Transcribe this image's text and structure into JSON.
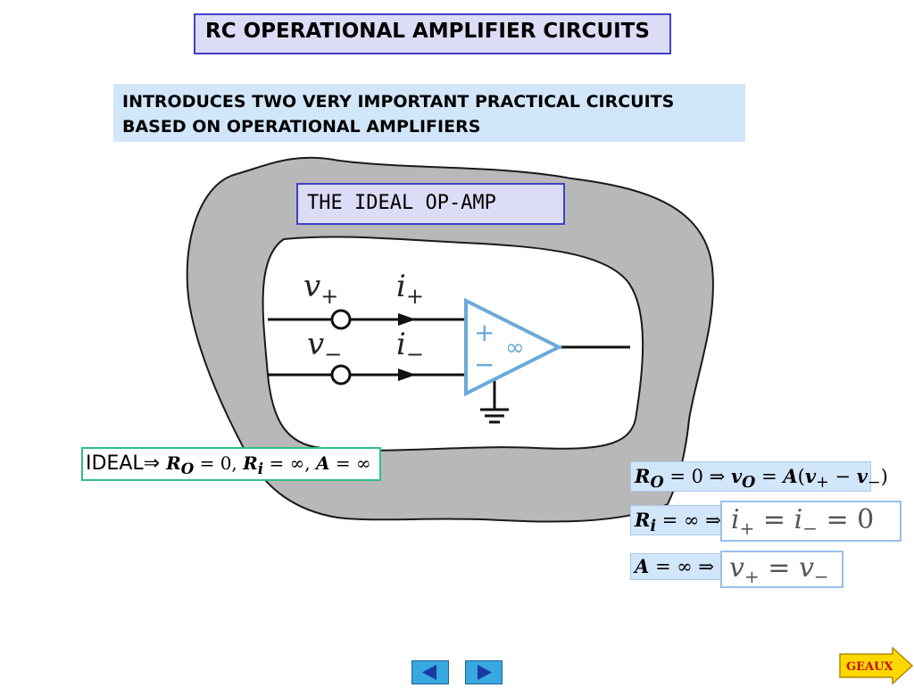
{
  "title": "RC OPERATIONAL AMPLIFIER CIRCUITS",
  "intro": {
    "line1": "INTRODUCES TWO VERY IMPORTANT PRACTICAL CIRCUITS",
    "line2": "BASED ON OPERATIONAL AMPLIFIERS"
  },
  "ideal_opamp_label": "THE IDEAL OP-AMP",
  "diagram": {
    "v_plus": "v",
    "v_plus_sub": "+",
    "v_minus": "v",
    "v_minus_sub": "−",
    "i_plus": "i",
    "i_plus_sub": "+",
    "i_minus": "i",
    "i_minus_sub": "−",
    "plus_sign": "+",
    "minus_sign": "−",
    "infinity": "∞"
  },
  "ideal_condition": {
    "label": "IDEAL",
    "implies": "⇒",
    "ro": "R",
    "ro_sub": "O",
    "ro_val": " = 0, ",
    "ri": "R",
    "ri_sub": "i",
    "ri_val": " = ∞, ",
    "a": "A",
    "a_val": " = ∞"
  },
  "equations": {
    "eq1_r": "R",
    "eq1_r_sub": "O",
    "eq1_mid": " = 0 ⇒ ",
    "eq1_v": "v",
    "eq1_v_sub": "O",
    "eq1_eq": " = ",
    "eq1_a": "A",
    "eq1_open": "(",
    "eq1_vp": "v",
    "eq1_vp_sub": "+",
    "eq1_minus": " − ",
    "eq1_vm": "v",
    "eq1_vm_sub": "−",
    "eq1_close": ")",
    "eq2_r": "R",
    "eq2_r_sub": "i",
    "eq2_mid": " = ∞ ⇒",
    "eq2_result_i1": "i",
    "eq2_result_s1": "+",
    "eq2_result_eq": " = ",
    "eq2_result_i2": "i",
    "eq2_result_s2": "−",
    "eq2_result_tail": " = 0",
    "eq3_a": "A",
    "eq3_mid": " = ∞ ⇒",
    "eq3_result_v1": "v",
    "eq3_result_s1": "+",
    "eq3_result_eq": " = ",
    "eq3_result_v2": "v",
    "eq3_result_s2": "−"
  },
  "nav": {
    "geaux_label": "GEAUX"
  },
  "colors": {
    "blob_fill": "#b8b8b8",
    "opamp_stroke": "#6aaad8",
    "title_bg": "#dcdcf6",
    "intro_bg": "#d2e6fa",
    "geaux_fill": "#ffd800"
  }
}
